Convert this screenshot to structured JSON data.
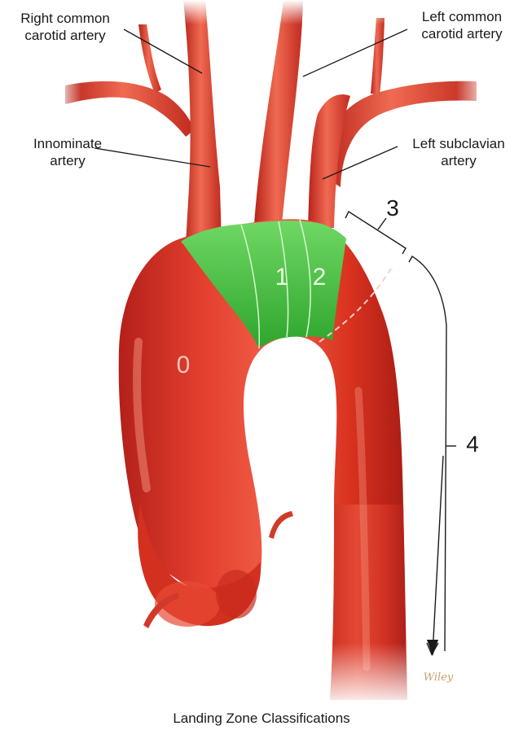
{
  "labels": {
    "right_common_carotid": [
      "Right common",
      "carotid artery"
    ],
    "left_common_carotid": [
      "Left common",
      "carotid artery"
    ],
    "innominate": [
      "Innominate",
      "artery"
    ],
    "left_subclavian": [
      "Left subclavian",
      "artery"
    ]
  },
  "zones": [
    "0",
    "1",
    "2",
    "3",
    "4"
  ],
  "caption": "Landing Zone Classifications",
  "signature": "Wiley",
  "colors": {
    "artery": "#e23b2c",
    "artery_shadow": "#b3201a",
    "artery_highlight": "#f6866f",
    "zone_green": "#3dbb3a",
    "zone_green_light": "#6fd864",
    "line": "#1a1a1a",
    "signature": "#c8a070"
  }
}
